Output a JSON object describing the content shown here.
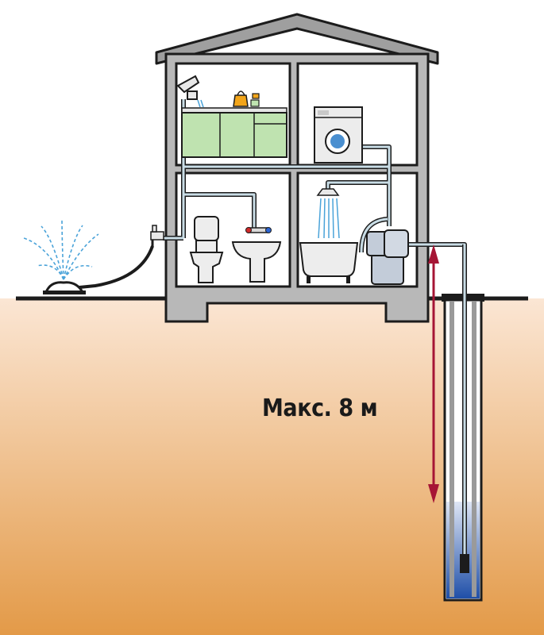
{
  "depth_label": "Макс. 8 м",
  "colors": {
    "soil_top": "#fbe3cf",
    "soil_bottom": "#e39a48",
    "house_wall": "#b5b5b5",
    "outline": "#1c1c1c",
    "pipe": "#c9dde6",
    "water": "#2a63b5",
    "arrow": "#a61535",
    "cabinet": "#bfe3b0",
    "pump": "#c3ccd9"
  },
  "icons": [
    "house",
    "kitchen-faucet",
    "kettle",
    "cup",
    "kitchen-cabinets",
    "washing-machine",
    "shower",
    "bathtub",
    "toilet",
    "sink",
    "garden-tap",
    "garden-hose",
    "lawn-sprinkler",
    "pump",
    "pressure-tank",
    "well-casing",
    "depth-arrow"
  ]
}
